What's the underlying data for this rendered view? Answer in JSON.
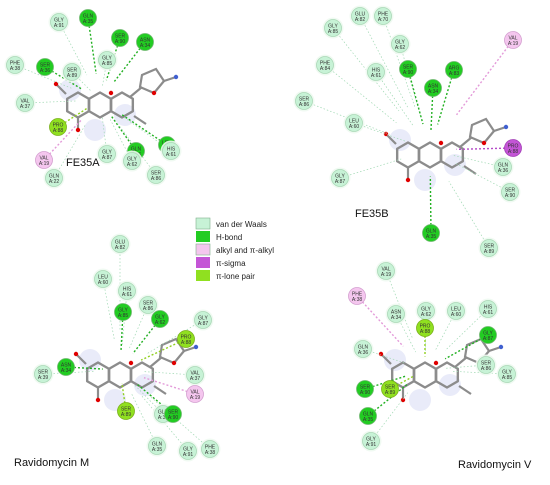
{
  "colors": {
    "vdw": "#c7f2d6",
    "hbond": "#22cc22",
    "alkyl": "#f4c6ee",
    "pisigma": "#c455d6",
    "pilone": "#90e020",
    "stick": "#8c8c8c",
    "oxygen": "#e00000",
    "nitrogen": "#4060d0"
  },
  "legend": [
    {
      "label": "van der Waals",
      "color_key": "vdw"
    },
    {
      "label": "H-bond",
      "color_key": "hbond"
    },
    {
      "label": "alkyl and π-alkyl",
      "color_key": "alkyl"
    },
    {
      "label": "π-sigma",
      "color_key": "pisigma"
    },
    {
      "label": "π-lone pair",
      "color_key": "pilone"
    }
  ],
  "panels": [
    {
      "title": "FE35A",
      "residues": [
        {
          "name": "GLY",
          "pos": "A:91",
          "type": "vdw"
        },
        {
          "name": "GLN",
          "pos": "A:35",
          "type": "hbond"
        },
        {
          "name": "SER",
          "pos": "A:90",
          "type": "hbond"
        },
        {
          "name": "ASN",
          "pos": "A:34",
          "type": "hbond"
        },
        {
          "name": "GLY",
          "pos": "A:85",
          "type": "vdw"
        },
        {
          "name": "PHE",
          "pos": "A:38",
          "type": "vdw"
        },
        {
          "name": "SER",
          "pos": "A:36",
          "type": "hbond"
        },
        {
          "name": "SER",
          "pos": "A:89",
          "type": "vdw"
        },
        {
          "name": "VAL",
          "pos": "A:37",
          "type": "vdw"
        },
        {
          "name": "PRO",
          "pos": "A:88",
          "type": "pilone"
        },
        {
          "name": "VAL",
          "pos": "A:19",
          "type": "alkyl"
        },
        {
          "name": "GLN",
          "pos": "A:36",
          "type": "hbond"
        },
        {
          "name": "GLY",
          "pos": "A:87",
          "type": "vdw"
        },
        {
          "name": "GLY",
          "pos": "A:62",
          "type": "vdw"
        },
        {
          "name": "LEU",
          "pos": "A:60",
          "type": "hbond"
        },
        {
          "name": "HIS",
          "pos": "A:61",
          "type": "vdw"
        },
        {
          "name": "SER",
          "pos": "A:86",
          "type": "vdw"
        },
        {
          "name": "GLN",
          "pos": "A:22",
          "type": "vdw"
        }
      ]
    },
    {
      "title": "FE35B",
      "residues": [
        {
          "name": "GLY",
          "pos": "A:85",
          "type": "vdw"
        },
        {
          "name": "GLU",
          "pos": "A:82",
          "type": "vdw"
        },
        {
          "name": "PHE",
          "pos": "A:70",
          "type": "vdw"
        },
        {
          "name": "GLY",
          "pos": "A:62",
          "type": "vdw"
        },
        {
          "name": "VAL",
          "pos": "A:19",
          "type": "alkyl"
        },
        {
          "name": "PHE",
          "pos": "A:84",
          "type": "vdw"
        },
        {
          "name": "HIS",
          "pos": "A:61",
          "type": "vdw"
        },
        {
          "name": "SER",
          "pos": "A:90",
          "type": "hbond"
        },
        {
          "name": "ARG",
          "pos": "A:83",
          "type": "hbond"
        },
        {
          "name": "ASN",
          "pos": "A:34",
          "type": "hbond"
        },
        {
          "name": "SER",
          "pos": "A:86",
          "type": "vdw"
        },
        {
          "name": "LEU",
          "pos": "A:60",
          "type": "vdw"
        },
        {
          "name": "PRO",
          "pos": "A:88",
          "type": "pisigma"
        },
        {
          "name": "GLN",
          "pos": "A:36",
          "type": "vdw"
        },
        {
          "name": "GLY",
          "pos": "A:87",
          "type": "vdw"
        },
        {
          "name": "SER",
          "pos": "A:90",
          "type": "vdw"
        },
        {
          "name": "GLN",
          "pos": "A:35",
          "type": "hbond"
        },
        {
          "name": "SER",
          "pos": "A:89",
          "type": "vdw"
        }
      ]
    },
    {
      "title": "Ravidomycin M",
      "residues": [
        {
          "name": "GLU",
          "pos": "A:82",
          "type": "vdw"
        },
        {
          "name": "LEU",
          "pos": "A:60",
          "type": "vdw"
        },
        {
          "name": "HIS",
          "pos": "A:61",
          "type": "vdw"
        },
        {
          "name": "SER",
          "pos": "A:86",
          "type": "vdw"
        },
        {
          "name": "GLY",
          "pos": "A:85",
          "type": "hbond"
        },
        {
          "name": "GLY",
          "pos": "A:62",
          "type": "hbond"
        },
        {
          "name": "GLY",
          "pos": "A:87",
          "type": "vdw"
        },
        {
          "name": "PRO",
          "pos": "A:88",
          "type": "pilone"
        },
        {
          "name": "SER",
          "pos": "A:39",
          "type": "vdw"
        },
        {
          "name": "ASN",
          "pos": "A:34",
          "type": "hbond"
        },
        {
          "name": "VAL",
          "pos": "A:37",
          "type": "vdw"
        },
        {
          "name": "VAL",
          "pos": "A:19",
          "type": "alkyl"
        },
        {
          "name": "GLN",
          "pos": "A:36",
          "type": "vdw"
        },
        {
          "name": "SER",
          "pos": "A:89",
          "type": "pilone"
        },
        {
          "name": "SER",
          "pos": "A:90",
          "type": "hbond"
        },
        {
          "name": "GLN",
          "pos": "A:35",
          "type": "vdw"
        },
        {
          "name": "GLY",
          "pos": "A:91",
          "type": "vdw"
        },
        {
          "name": "PHE",
          "pos": "A:38",
          "type": "vdw"
        }
      ]
    },
    {
      "title": "Ravidomycin V",
      "residues": [
        {
          "name": "VAL",
          "pos": "A:19",
          "type": "vdw"
        },
        {
          "name": "PHE",
          "pos": "A:38",
          "type": "alkyl"
        },
        {
          "name": "ASN",
          "pos": "A:34",
          "type": "vdw"
        },
        {
          "name": "GLY",
          "pos": "A:62",
          "type": "vdw"
        },
        {
          "name": "LEU",
          "pos": "A:60",
          "type": "vdw"
        },
        {
          "name": "HIS",
          "pos": "A:61",
          "type": "vdw"
        },
        {
          "name": "PRO",
          "pos": "A:88",
          "type": "pilone"
        },
        {
          "name": "GLY",
          "pos": "A:87",
          "type": "hbond"
        },
        {
          "name": "SER",
          "pos": "A:86",
          "type": "vdw"
        },
        {
          "name": "GLN",
          "pos": "A:36",
          "type": "vdw"
        },
        {
          "name": "GLY",
          "pos": "A:85",
          "type": "vdw"
        },
        {
          "name": "SER",
          "pos": "A:90",
          "type": "hbond"
        },
        {
          "name": "SER",
          "pos": "A:89",
          "type": "pilone"
        },
        {
          "name": "GLN",
          "pos": "A:35",
          "type": "hbond"
        },
        {
          "name": "GLY",
          "pos": "A:91",
          "type": "vdw"
        }
      ]
    }
  ]
}
